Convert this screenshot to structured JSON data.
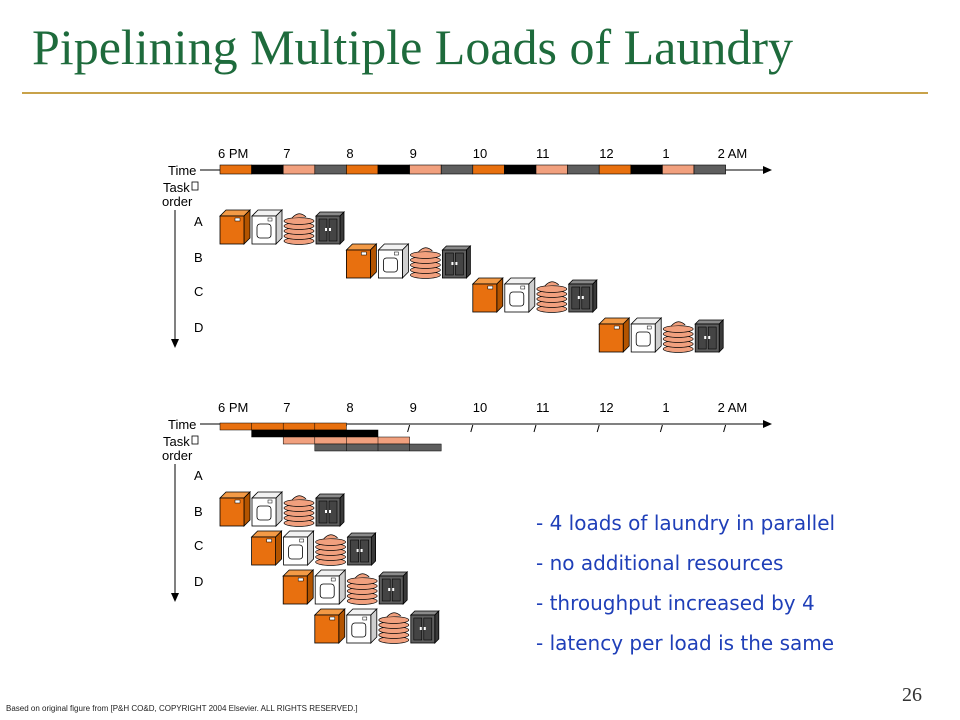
{
  "title": "Pipelining Multiple Loads of Laundry",
  "timeline_labels": [
    "6 PM",
    "7",
    "8",
    "9",
    "10",
    "11",
    "12",
    "1",
    "2 AM"
  ],
  "axis_time_label": "Time",
  "axis_task_label_line1": "Task",
  "axis_task_label_line2": "order",
  "task_order": [
    "A",
    "B",
    "C",
    "D"
  ],
  "stage_order": [
    "washer",
    "dryer",
    "folder",
    "storer"
  ],
  "colors": {
    "title": "#1e6b3c",
    "rule": "#c8a24a",
    "washer": "#e8700f",
    "dryer": "#ffffff",
    "folder": "#f1a07e",
    "storer": "#5e5e5e",
    "text_blue": "#1f3fb8"
  },
  "diagram_sequential": {
    "timeline_stripes": [
      "orange",
      "black",
      "tan",
      "gray",
      "orange",
      "black",
      "tan",
      "gray",
      "orange",
      "black",
      "tan",
      "gray",
      "orange",
      "black",
      "tan",
      "gray"
    ],
    "load_start_slots": [
      0,
      4,
      8,
      12
    ]
  },
  "diagram_pipelined": {
    "load_start_slots": [
      0,
      1,
      2,
      3
    ]
  },
  "bullets": [
    "- 4 loads of laundry in parallel",
    "- no additional resources",
    "- throughput increased by 4",
    "- latency per load is the same"
  ],
  "page_number": "26",
  "footnote": "Based on original figure from [P&H CO&D, COPYRIGHT 2004 Elsevier. ALL RIGHTS RESERVED.]"
}
